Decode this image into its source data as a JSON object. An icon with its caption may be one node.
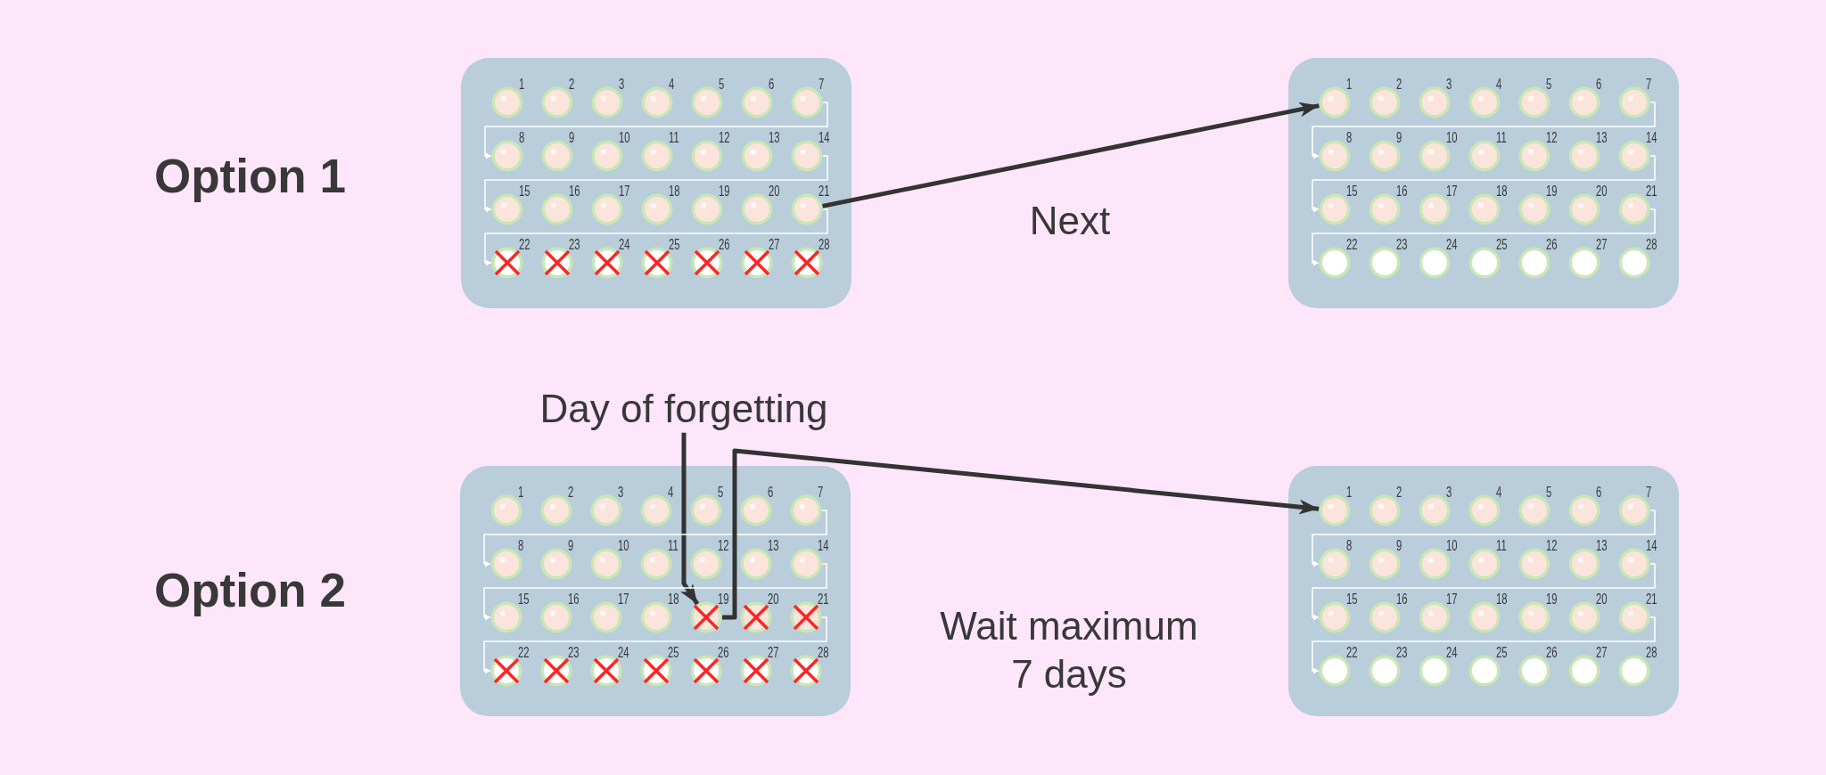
{
  "diagram": {
    "nodes": [
      {
        "text": [],
        "shape": "box"
      },
      {
        "text": [],
        "shape": "circle",
        "beside": [
          "1"
        ],
        "in": 0
      },
      {
        "text": [],
        "shape": "circle",
        "beside": [
          "2"
        ],
        "in": 0
      },
      {
        "text": [],
        "shape": "circle",
        "beside": [
          "3"
        ],
        "in": 0
      },
      {
        "text": [],
        "shape": "circle",
        "beside": [
          "4"
        ],
        "in": 0
      },
      {
        "text": [],
        "shape": "circle",
        "beside": [
          "5"
        ],
        "in": 0
      },
      {
        "text": [],
        "shape": "circle",
        "beside": [
          "6"
        ],
        "in": 0
      },
      {
        "text": [],
        "shape": "circle",
        "beside": [
          "7"
        ],
        "in": 0
      },
      {
        "text": [],
        "shape": "circle",
        "beside": [
          "8"
        ],
        "in": 0
      },
      {
        "text": [],
        "shape": "circle",
        "beside": [
          "9"
        ],
        "in": 0
      },
      {
        "text": [],
        "shape": "circle",
        "beside": [
          "10"
        ],
        "in": 0
      },
      {
        "text": [],
        "shape": "circle",
        "beside": [
          "11"
        ],
        "in": 0
      },
      {
        "text": [],
        "shape": "circle",
        "beside": [
          "12"
        ],
        "in": 0
      },
      {
        "text": [],
        "shape": "circle",
        "beside": [
          "13"
        ],
        "in": 0
      },
      {
        "text": [],
        "shape": "circle",
        "beside": [
          "14"
        ],
        "in": 0
      },
      {
        "text": [],
        "shape": "circle",
        "beside": [
          "15"
        ],
        "in": 0
      },
      {
        "text": [],
        "shape": "circle",
        "beside": [
          "16"
        ],
        "in": 0
      },
      {
        "text": [],
        "shape": "circle",
        "beside": [
          "17"
        ],
        "in": 0
      },
      {
        "text": [],
        "shape": "circle",
        "beside": [
          "18"
        ],
        "in": 0
      },
      {
        "text": [],
        "shape": "circle",
        "beside": [
          "19"
        ],
        "in": 0
      },
      {
        "text": [],
        "shape": "circle",
        "beside": [
          "20"
        ],
        "in": 0
      },
      {
        "text": [],
        "shape": "circle",
        "beside": [
          "21"
        ],
        "in": 0
      },
      {
        "text": [],
        "shape": "circle",
        "beside": [
          "22"
        ],
        "in": 0
      },
      {
        "text": [],
        "shape": "circle",
        "beside": [
          "23"
        ],
        "in": 0
      },
      {
        "text": [],
        "shape": "circle",
        "beside": [
          "24"
        ],
        "in": 0
      },
      {
        "text": [],
        "shape": "circle",
        "beside": [
          "25"
        ],
        "in": 0
      },
      {
        "text": [],
        "shape": "circle",
        "beside": [
          "26"
        ],
        "in": 0
      },
      {
        "text": [],
        "shape": "circle",
        "beside": [
          "27"
        ],
        "in": 0
      },
      {
        "text": [],
        "shape": "circle",
        "beside": [
          "28"
        ],
        "in": 0
      },
      {
        "text": [],
        "shape": "box"
      },
      {
        "text": [],
        "shape": "circle",
        "beside": [
          "1"
        ],
        "in": 29
      },
      {
        "text": [],
        "shape": "circle",
        "beside": [
          "2"
        ],
        "in": 29
      },
      {
        "text": [],
        "shape": "circle",
        "beside": [
          "3"
        ],
        "in": 29
      },
      {
        "text": [],
        "shape": "circle",
        "beside": [
          "4"
        ],
        "in": 29
      },
      {
        "text": [],
        "shape": "circle",
        "beside": [
          "5"
        ],
        "in": 29
      },
      {
        "text": [],
        "shape": "circle",
        "beside": [
          "6"
        ],
        "in": 29
      },
      {
        "text": [],
        "shape": "circle",
        "beside": [
          "7"
        ],
        "in": 29
      },
      {
        "text": [],
        "shape": "circle",
        "beside": [
          "8"
        ],
        "in": 29
      },
      {
        "text": [],
        "shape": "circle",
        "beside": [
          "9"
        ],
        "in": 29
      },
      {
        "text": [],
        "shape": "circle",
        "beside": [
          "10"
        ],
        "in": 29
      },
      {
        "text": [],
        "shape": "circle",
        "beside": [
          "11"
        ],
        "in": 29
      },
      {
        "text": [],
        "shape": "circle",
        "beside": [
          "12"
        ],
        "in": 29
      },
      {
        "text": [],
        "shape": "circle",
        "beside": [
          "13"
        ],
        "in": 29
      },
      {
        "text": [],
        "shape": "circle",
        "beside": [
          "14"
        ],
        "in": 29
      },
      {
        "text": [],
        "shape": "circle",
        "beside": [
          "15"
        ],
        "in": 29
      },
      {
        "text": [],
        "shape": "circle",
        "beside": [
          "16"
        ],
        "in": 29
      },
      {
        "text": [],
        "shape": "circle",
        "beside": [
          "17"
        ],
        "in": 29
      },
      {
        "text": [],
        "shape": "circle",
        "beside": [
          "18"
        ],
        "in": 29
      },
      {
        "text": [],
        "shape": "circle",
        "beside": [
          "19"
        ],
        "in": 29
      },
      {
        "text": [],
        "shape": "circle",
        "beside": [
          "20"
        ],
        "in": 29
      },
      {
        "text": [],
        "shape": "circle",
        "beside": [
          "21"
        ],
        "in": 29
      },
      {
        "text": [],
        "shape": "circle",
        "beside": [
          "22"
        ],
        "in": 29
      },
      {
        "text": [],
        "shape": "circle",
        "beside": [
          "23"
        ],
        "in": 29
      },
      {
        "text": [],
        "shape": "circle",
        "beside": [
          "24"
        ],
        "in": 29
      },
      {
        "text": [],
        "shape": "circle",
        "beside": [
          "25"
        ],
        "in": 29
      },
      {
        "text": [],
        "shape": "circle",
        "beside": [
          "26"
        ],
        "in": 29
      },
      {
        "text": [],
        "shape": "circle",
        "beside": [
          "27"
        ],
        "in": 29
      },
      {
        "text": [],
        "shape": "circle",
        "beside": [
          "28"
        ],
        "in": 29
      },
      {
        "text": [
          "Day of forgetting"
        ]
      },
      {
        "text": [],
        "shape": "box"
      },
      {
        "text": [],
        "shape": "circle",
        "beside": [
          "1"
        ],
        "in": 59
      },
      {
        "text": [],
        "shape": "circle",
        "beside": [
          "2"
        ],
        "in": 59
      },
      {
        "text": [],
        "shape": "circle",
        "beside": [
          "3"
        ],
        "in": 59
      },
      {
        "text": [],
        "shape": "circle",
        "beside": [
          "4"
        ],
        "in": 59
      },
      {
        "text": [],
        "shape": "circle",
        "beside": [
          "5"
        ],
        "in": 59
      },
      {
        "text": [],
        "shape": "circle",
        "beside": [
          "6"
        ],
        "in": 59
      },
      {
        "text": [],
        "shape": "circle",
        "beside": [
          "7"
        ],
        "in": 59
      },
      {
        "text": [],
        "shape": "circle",
        "beside": [
          "8"
        ],
        "in": 59
      },
      {
        "text": [],
        "shape": "circle",
        "beside": [
          "9"
        ],
        "in": 59
      },
      {
        "text": [],
        "shape": "circle",
        "beside": [
          "10"
        ],
        "in": 59
      },
      {
        "text": [],
        "shape": "circle",
        "beside": [
          "11"
        ],
        "in": 59
      },
      {
        "text": [],
        "shape": "circle",
        "beside": [
          "12"
        ],
        "in": 59
      },
      {
        "text": [],
        "shape": "circle",
        "beside": [
          "13"
        ],
        "in": 59
      },
      {
        "text": [],
        "shape": "circle",
        "beside": [
          "14"
        ],
        "in": 59
      },
      {
        "text": [],
        "shape": "circle",
        "beside": [
          "15"
        ],
        "in": 59
      },
      {
        "text": [],
        "shape": "circle",
        "beside": [
          "16"
        ],
        "in": 59
      },
      {
        "text": [],
        "shape": "circle",
        "beside": [
          "17"
        ],
        "in": 59
      },
      {
        "text": [],
        "shape": "circle",
        "beside": [
          "18"
        ],
        "in": 59
      },
      {
        "text": [],
        "shape": "circle",
        "beside": [
          "19"
        ],
        "in": 59
      },
      {
        "text": [],
        "shape": "circle",
        "beside": [
          "20"
        ],
        "in": 59
      },
      {
        "text": [],
        "shape": "circle",
        "beside": [
          "21"
        ],
        "in": 59
      },
      {
        "text": [],
        "shape": "circle",
        "beside": [
          "22"
        ],
        "in": 59
      },
      {
        "text": [],
        "shape": "circle",
        "beside": [
          "23"
        ],
        "in": 59
      },
      {
        "text": [],
        "shape": "circle",
        "beside": [
          "24"
        ],
        "in": 59
      },
      {
        "text": [],
        "shape": "circle",
        "beside": [
          "25"
        ],
        "in": 59
      },
      {
        "text": [],
        "shape": "circle",
        "beside": [
          "26"
        ],
        "in": 59
      },
      {
        "text": [],
        "shape": "circle",
        "beside": [
          "27"
        ],
        "in": 59
      },
      {
        "text": [],
        "shape": "circle",
        "beside": [
          "28"
        ],
        "in": 59
      },
      {
        "text": [],
        "shape": "box"
      },
      {
        "text": [],
        "shape": "circle",
        "beside": [
          "1"
        ],
        "in": 88
      },
      {
        "text": [],
        "shape": "circle",
        "beside": [
          "2"
        ],
        "in": 88
      },
      {
        "text": [],
        "shape": "circle",
        "beside": [
          "3"
        ],
        "in": 88
      },
      {
        "text": [],
        "shape": "circle",
        "beside": [
          "4"
        ],
        "in": 88
      },
      {
        "text": [],
        "shape": "circle",
        "beside": [
          "5"
        ],
        "in": 88
      },
      {
        "text": [],
        "shape": "circle",
        "beside": [
          "6"
        ],
        "in": 88
      },
      {
        "text": [],
        "shape": "circle",
        "beside": [
          "7"
        ],
        "in": 88
      },
      {
        "text": [],
        "shape": "circle",
        "beside": [
          "8"
        ],
        "in": 88
      },
      {
        "text": [],
        "shape": "circle",
        "beside": [
          "9"
        ],
        "in": 88
      },
      {
        "text": [],
        "shape": "circle",
        "beside": [
          "10"
        ],
        "in": 88
      },
      {
        "text": [],
        "shape": "circle",
        "beside": [
          "11"
        ],
        "in": 88
      },
      {
        "text": [],
        "shape": "circle",
        "beside": [
          "12"
        ],
        "in": 88
      },
      {
        "text": [],
        "shape": "circle",
        "beside": [
          "13"
        ],
        "in": 88
      },
      {
        "text": [],
        "shape": "circle",
        "beside": [
          "14"
        ],
        "in": 88
      },
      {
        "text": [],
        "shape": "circle",
        "beside": [
          "15"
        ],
        "in": 88
      },
      {
        "text": [],
        "shape": "circle",
        "beside": [
          "16"
        ],
        "in": 88
      },
      {
        "text": [],
        "shape": "circle",
        "beside": [
          "17"
        ],
        "in": 88
      },
      {
        "text": [],
        "shape": "circle",
        "beside": [
          "18"
        ],
        "in": 88
      },
      {
        "text": [],
        "shape": "circle",
        "beside": [
          "19"
        ],
        "in": 88
      },
      {
        "text": [],
        "shape": "circle",
        "beside": [
          "20"
        ],
        "in": 88
      },
      {
        "text": [],
        "shape": "circle",
        "beside": [
          "21"
        ],
        "in": 88
      },
      {
        "text": [],
        "shape": "circle",
        "beside": [
          "22"
        ],
        "in": 88
      },
      {
        "text": [],
        "shape": "circle",
        "beside": [
          "23"
        ],
        "in": 88
      },
      {
        "text": [],
        "shape": "circle",
        "beside": [
          "24"
        ],
        "in": 88
      },
      {
        "text": [],
        "shape": "circle",
        "beside": [
          "25"
        ],
        "in": 88
      },
      {
        "text": [],
        "shape": "circle",
        "beside": [
          "26"
        ],
        "in": 88
      },
      {
        "text": [],
        "shape": "circle",
        "beside": [
          "27"
        ],
        "in": 88
      },
      {
        "text": [],
        "shape": "circle",
        "beside": [
          "28"
        ],
        "in": 88
      }
    ],
    "edges": [
      {
        "from": 7,
        "to": 8,
        "arrow": "to"
      },
      {
        "from": 14,
        "to": 15,
        "arrow": "to"
      },
      {
        "from": 21,
        "to": 22,
        "arrow": "to"
      },
      {
        "from": 21,
        "to": 30,
        "arrow": "to",
        "label": "Next",
        "style": "thick",
        "color": "#333333"
      },
      {
        "from": 36,
        "to": 37,
        "arrow": "to"
      },
      {
        "from": 43,
        "to": 44,
        "arrow": "to"
      },
      {
        "from": 50,
        "to": 51,
        "arrow": "to"
      },
      {
        "from": 58,
        "to": 78,
        "arrow": "to",
        "style": "thick",
        "color": "#333333"
      },
      {
        "from": 66,
        "to": 67,
        "arrow": "to"
      },
      {
        "from": 73,
        "to": 74,
        "arrow": "to"
      },
      {
        "from": 80,
        "to": 81,
        "arrow": "to"
      },
      {
        "from": 78,
        "to": 89,
        "arrow": "to",
        "label": "Wait maximum 7 days",
        "style": "thick",
        "color": "#333333"
      },
      {
        "from": 95,
        "to": 96,
        "arrow": "to"
      },
      {
        "from": 102,
        "to": 103,
        "arrow": "to"
      },
      {
        "from": 109,
        "to": 110,
        "arrow": "to"
      }
    ],
    "labels": [
      "Option 1",
      "Option 2"
    ]
  }
}
